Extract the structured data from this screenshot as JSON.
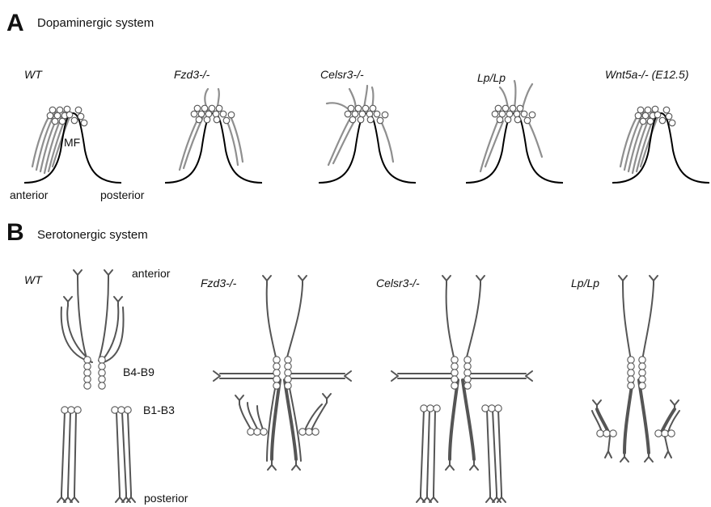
{
  "panel_a": {
    "letter": "A",
    "title": "Dopaminergic system",
    "genotypes": [
      "WT",
      "Fzd3-/-",
      "Celsr3-/-",
      "Lp/Lp",
      "Wnt5a-/- (E12.5)"
    ],
    "landmark_label": "MF",
    "orientation_left": "anterior",
    "orientation_right": "posterior"
  },
  "panel_b": {
    "letter": "B",
    "title": "Serotonergic system",
    "genotypes": [
      "WT",
      "Fzd3-/-",
      "Celsr3-/-",
      "Lp/Lp"
    ],
    "label_anterior": "anterior",
    "label_posterior": "posterior",
    "group_rostral": "B4-B9",
    "group_caudal": "B1-B3"
  },
  "colors": {
    "dopaminergic_axons": "#8f8f8f",
    "serotonergic_axons": "#555555",
    "midbrain_outline": "#000000"
  }
}
